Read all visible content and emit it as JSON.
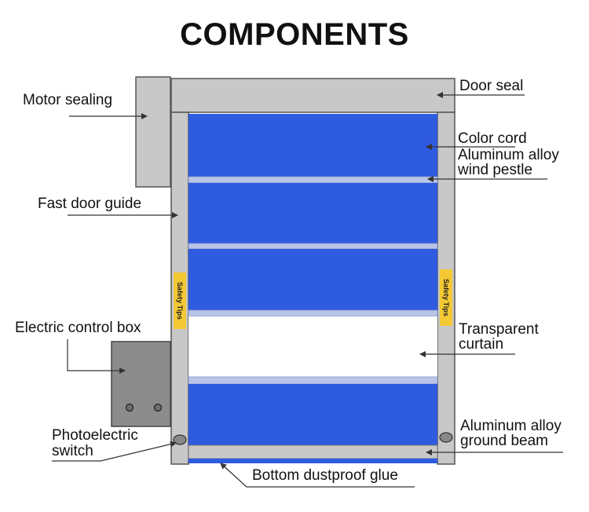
{
  "title": "COMPONENTS",
  "labels": {
    "motor_sealing": "Motor sealing",
    "door_seal": "Door seal",
    "color_cord": "Color cord",
    "wind_pestle_line1": "Aluminum alloy",
    "wind_pestle_line2": "wind pestle",
    "fast_door_guide": "Fast door guide",
    "electric_control_box": "Electric control box",
    "transparent_curtain_line1": "Transparent",
    "transparent_curtain_line2": "curtain",
    "photoelectric_line1": "Photoelectric",
    "photoelectric_line2": "switch",
    "ground_beam_line1": "Aluminum alloy",
    "ground_beam_line2": "ground beam",
    "bottom_dustproof_glue": "Bottom dustproof glue"
  },
  "safety_tips_text": "Safety Tips",
  "colors": {
    "curtain_blue": "#2e5be0",
    "frame_grey": "#c8c8c8",
    "frame_outline": "#555555",
    "safety_yellow": "#f3c833",
    "control_box": "#8c8c8c"
  }
}
